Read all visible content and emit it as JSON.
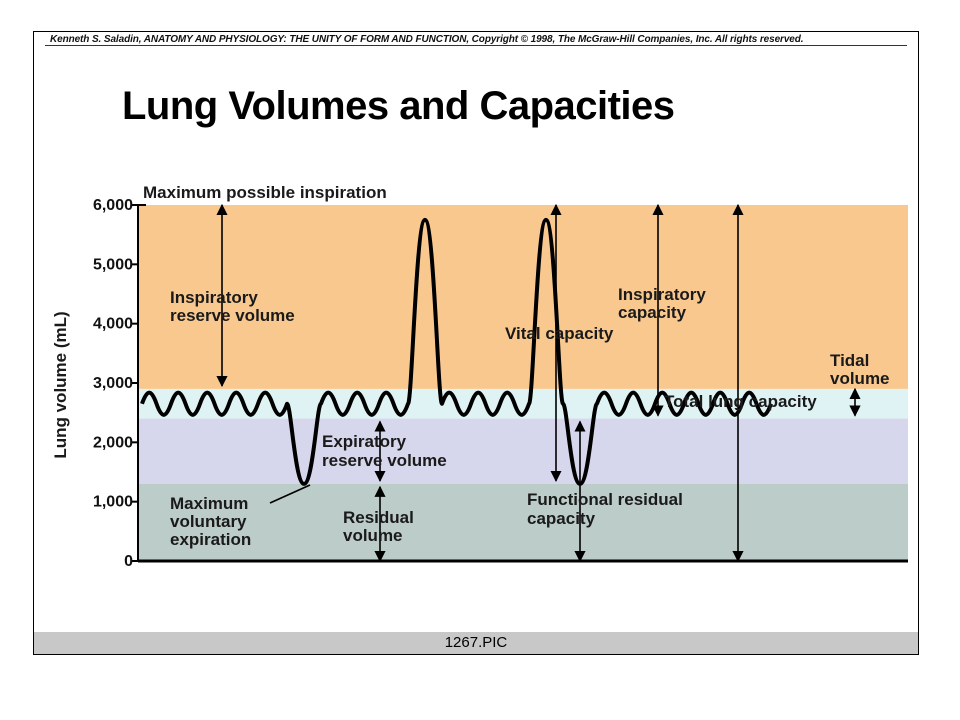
{
  "credit": "Kenneth S. Saladin, ANATOMY AND PHYSIOLOGY: THE UNITY OF FORM AND FUNCTION, Copyright © 1998, The McGraw-Hill Companies, Inc.  All rights reserved.",
  "footer_label": "1267.PIC",
  "colors": {
    "inspiratory_reserve": "#f9c88f",
    "tidal": "#dff3f5",
    "expiratory_reserve": "#d6d6ec",
    "residual": "#bcccc8",
    "trace": "#000000"
  },
  "chart_data": {
    "type": "line",
    "title": "Lung Volumes and Capacities",
    "ylabel": "Lung volume (mL)",
    "xlabel": "",
    "ylim": [
      0,
      6000
    ],
    "y_ticks": [
      "0",
      "1,000",
      "2,000",
      "3,000",
      "4,000",
      "5,000",
      "6,000"
    ],
    "y_tick_values": [
      0,
      1000,
      2000,
      3000,
      4000,
      5000,
      6000
    ],
    "grid": false,
    "bands": [
      {
        "name": "Inspiratory reserve volume",
        "from": 2900,
        "to": 6000,
        "color_key": "inspiratory_reserve"
      },
      {
        "name": "Tidal volume",
        "from": 2400,
        "to": 2900,
        "color_key": "tidal"
      },
      {
        "name": "Expiratory reserve volume",
        "from": 1300,
        "to": 2400,
        "color_key": "expiratory_reserve"
      },
      {
        "name": "Residual volume",
        "from": 0,
        "to": 1300,
        "color_key": "residual"
      }
    ],
    "breathing_trace": [
      {
        "n": 5,
        "kind": "tidal"
      },
      {
        "kind": "max_expiration"
      },
      {
        "n": 3,
        "kind": "tidal"
      },
      {
        "kind": "max_inspiration"
      },
      {
        "n": 3,
        "kind": "tidal"
      },
      {
        "kind": "max_inspiration"
      },
      {
        "kind": "max_expiration"
      },
      {
        "n": 6,
        "kind": "tidal"
      }
    ],
    "trace_levels": {
      "tidal_top": 2900,
      "tidal_bottom": 2400,
      "max_inspiration": 5750,
      "max_expiration": 1300
    },
    "annotations": {
      "max_inspiration": "Maximum possible inspiration",
      "irv": [
        "Inspiratory",
        "reserve volume"
      ],
      "erv": [
        "Expiratory",
        "reserve volume"
      ],
      "rv": [
        "Residual",
        "volume"
      ],
      "max_expiration": [
        "Maximum",
        "voluntary",
        "expiration"
      ],
      "vital_capacity": "Vital capacity",
      "inspiratory_capacity": [
        "Inspiratory",
        "capacity"
      ],
      "tidal_volume": [
        "Tidal",
        "volume"
      ],
      "total_lung_capacity": "Total lung capacity",
      "frc": [
        "Functional residual",
        "capacity"
      ]
    }
  }
}
